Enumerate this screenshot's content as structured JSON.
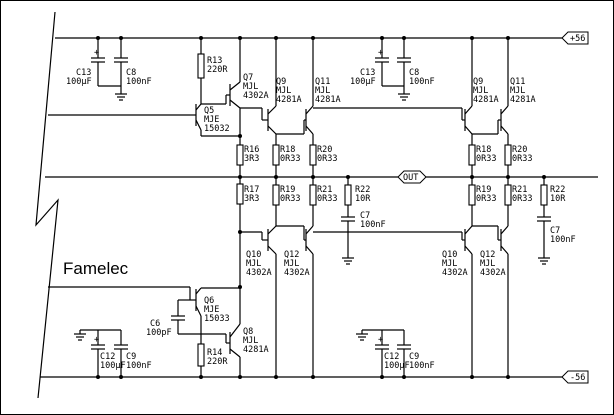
{
  "brand": "Famelec",
  "rails": {
    "positive": "+56",
    "negative": "-56",
    "output": "OUT"
  },
  "components": {
    "c13_a": {
      "ref": "C13",
      "val": "100µF"
    },
    "c8_a": {
      "ref": "C8",
      "val": "100nF"
    },
    "c13_b": {
      "ref": "C13",
      "val": "100µF"
    },
    "c8_b": {
      "ref": "C8",
      "val": "100nF"
    },
    "r13": {
      "ref": "R13",
      "val": "220R"
    },
    "q7": {
      "ref": "Q7",
      "part1": "MJL",
      "part2": "4302A"
    },
    "q5": {
      "ref": "Q5",
      "part1": "MJE",
      "part2": "15032"
    },
    "q9_a": {
      "ref": "Q9",
      "part1": "MJL",
      "part2": "4281A"
    },
    "q11_a": {
      "ref": "Q11",
      "part1": "MJL",
      "part2": "4281A"
    },
    "q9_b": {
      "ref": "Q9",
      "part1": "MJL",
      "part2": "4281A"
    },
    "q11_b": {
      "ref": "Q11",
      "part1": "MJL",
      "part2": "4281A"
    },
    "r16": {
      "ref": "R16",
      "val": "3R3"
    },
    "r18_a": {
      "ref": "R18",
      "val": "0R33"
    },
    "r20_a": {
      "ref": "R20",
      "val": "0R33"
    },
    "r18_b": {
      "ref": "R18",
      "val": "0R33"
    },
    "r20_b": {
      "ref": "R20",
      "val": "0R33"
    },
    "r17": {
      "ref": "R17",
      "val": "3R3"
    },
    "r19_a": {
      "ref": "R19",
      "val": "0R33"
    },
    "r21_a": {
      "ref": "R21",
      "val": "0R33"
    },
    "r22_a": {
      "ref": "R22",
      "val": "10R"
    },
    "r19_b": {
      "ref": "R19",
      "val": "0R33"
    },
    "r21_b": {
      "ref": "R21",
      "val": "0R33"
    },
    "r22_b": {
      "ref": "R22",
      "val": "10R"
    },
    "c7_a": {
      "ref": "C7",
      "val": "100nF"
    },
    "c7_b": {
      "ref": "C7",
      "val": "100nF"
    },
    "q10_a": {
      "ref": "Q10",
      "part1": "MJL",
      "part2": "4302A"
    },
    "q12_a": {
      "ref": "Q12",
      "part1": "MJL",
      "part2": "4302A"
    },
    "q10_b": {
      "ref": "Q10",
      "part1": "MJL",
      "part2": "4302A"
    },
    "q12_b": {
      "ref": "Q12",
      "part1": "MJL",
      "part2": "4302A"
    },
    "q6": {
      "ref": "Q6",
      "part1": "MJE",
      "part2": "15033"
    },
    "c6": {
      "ref": "C6",
      "val": "100pF"
    },
    "q8": {
      "ref": "Q8",
      "part1": "MJL",
      "part2": "4281A"
    },
    "r14": {
      "ref": "R14",
      "val": "220R"
    },
    "c12_a": {
      "ref": "C12",
      "val": "100µF"
    },
    "c9_a": {
      "ref": "C9",
      "val": "100nF"
    },
    "c12_b": {
      "ref": "C12",
      "val": "100µF"
    },
    "c9_b": {
      "ref": "C9",
      "val": "100nF"
    }
  }
}
